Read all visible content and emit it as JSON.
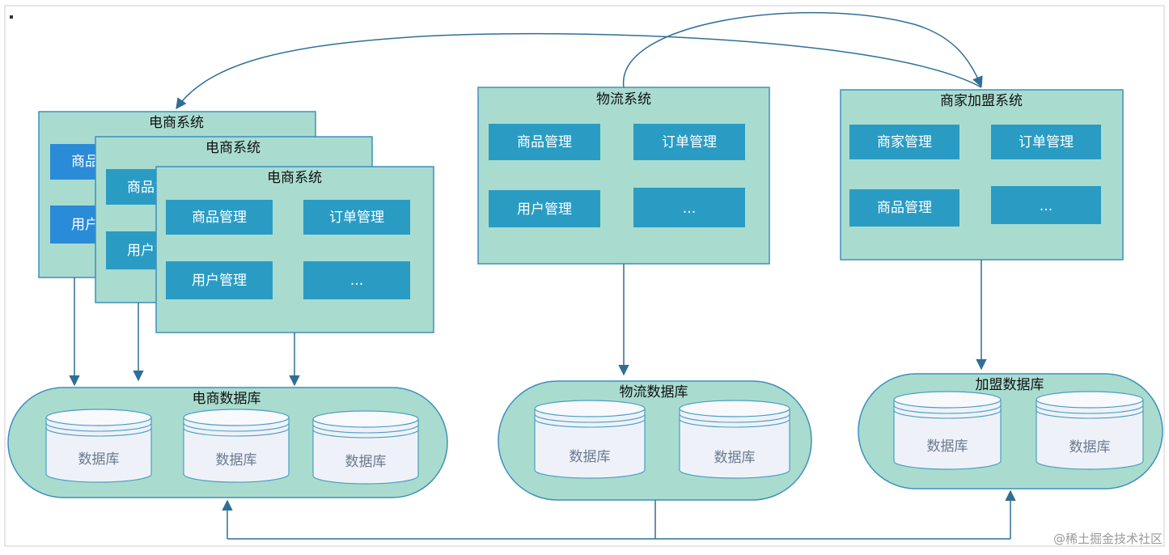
{
  "ecommerce": {
    "system_title": "电商系统",
    "back_modules": [
      "商品管理",
      "用户管理"
    ],
    "modules": [
      "商品管理",
      "订单管理",
      "用户管理",
      "..."
    ],
    "db_group_title": "电商数据库",
    "db_label": "数据库"
  },
  "logistics": {
    "system_title": "物流系统",
    "modules": [
      "商品管理",
      "订单管理",
      "用户管理",
      "..."
    ],
    "db_group_title": "物流数据库",
    "db_label": "数据库"
  },
  "merchant": {
    "system_title": "商家加盟系统",
    "modules": [
      "商家管理",
      "订单管理",
      "商品管理",
      "..."
    ],
    "db_group_title": "加盟数据库",
    "db_label": "数据库"
  },
  "watermark": "@稀土掘金技术社区",
  "colors": {
    "panel_fill": "#a9dccf",
    "panel_stroke": "#3f8fbf",
    "module_fill": "#2a9cc4",
    "module_back_fill": "#2a8bd8",
    "arrow": "#2f6f96",
    "cylinder_fill": "#eef2f8",
    "cylinder_stroke": "#4a9ec4"
  }
}
